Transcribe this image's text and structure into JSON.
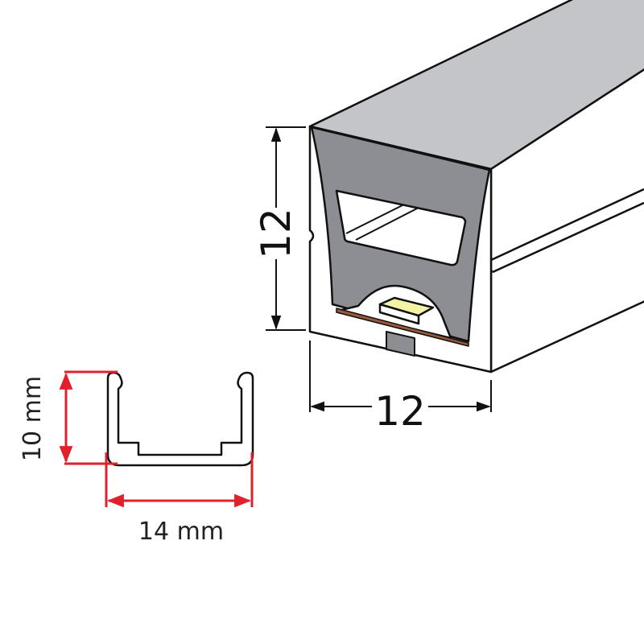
{
  "main_profile": {
    "height_label": "12",
    "width_label": "12"
  },
  "small_profile": {
    "height_label": "10 mm",
    "width_label": "14 mm"
  },
  "colors": {
    "outline": "#111111",
    "top_surface": "#c4c5c9",
    "insert_gray": "#8d8e93",
    "body": "#ffffff",
    "led_chip": "#f4f3a6",
    "pcb": "#9a5a3a",
    "dimension_red": "#e0202a"
  }
}
